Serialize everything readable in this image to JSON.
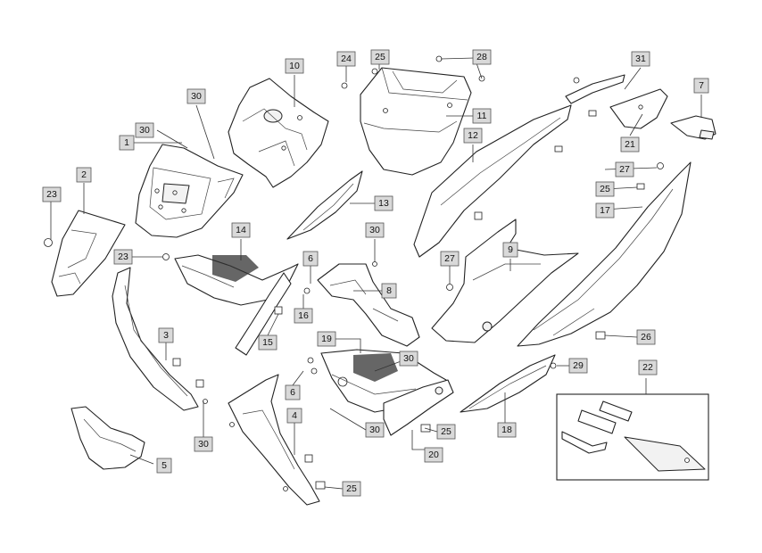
{
  "labels": [
    "1",
    "2",
    "3",
    "4",
    "5",
    "6",
    "6",
    "7",
    "8",
    "9",
    "10",
    "11",
    "12",
    "13",
    "14",
    "15",
    "16",
    "17",
    "18",
    "19",
    "20",
    "21",
    "22",
    "23",
    "23",
    "24",
    "25",
    "25",
    "25",
    "25",
    "26",
    "27",
    "27",
    "28",
    "29",
    "30",
    "30",
    "30",
    "30",
    "30",
    "30",
    "30",
    "31"
  ]
}
